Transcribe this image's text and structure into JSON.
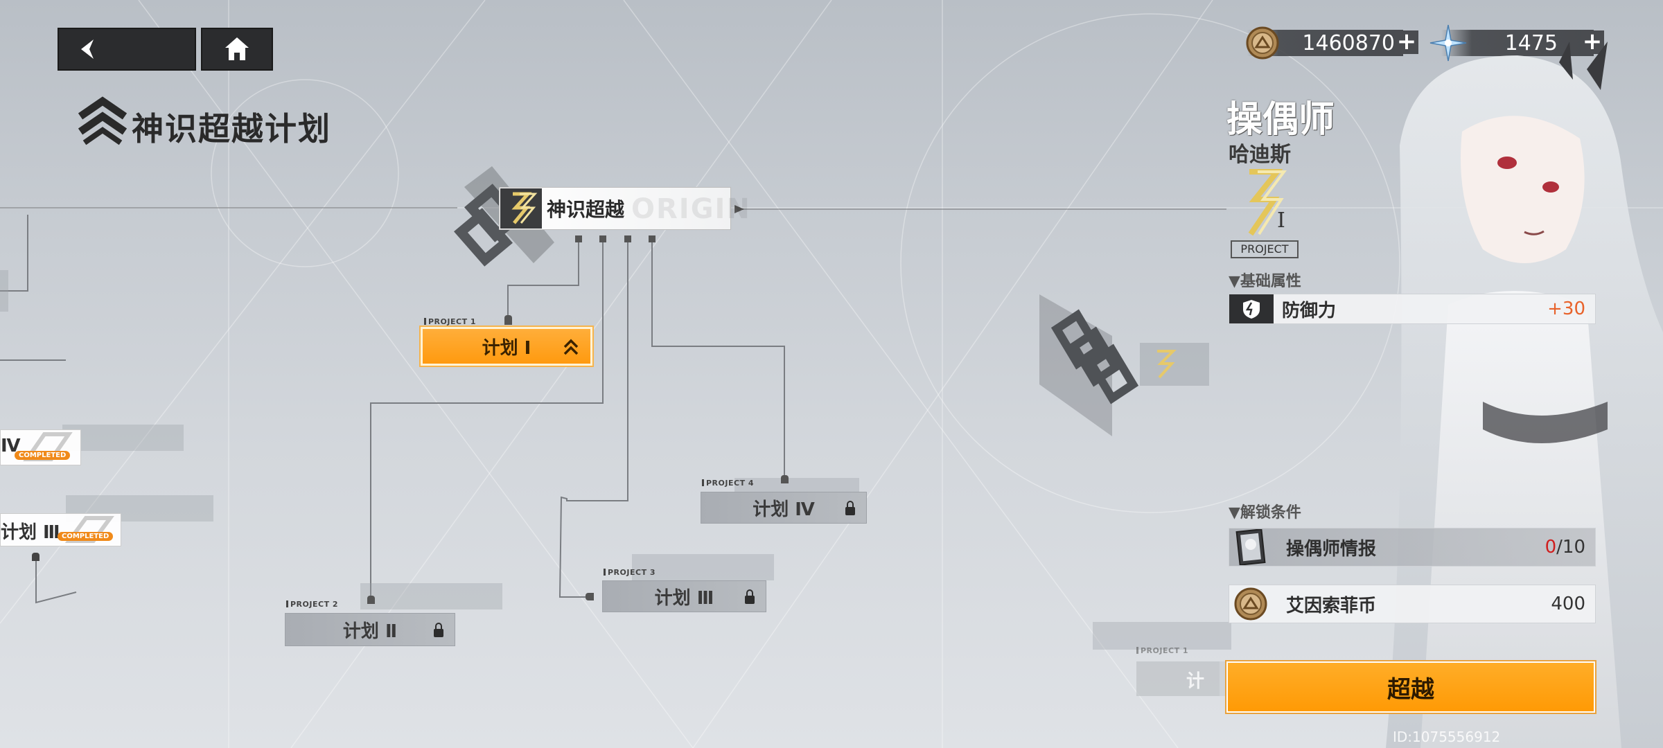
{
  "nav": {
    "back_icon": "back-arrow-icon",
    "home_icon": "home-icon"
  },
  "title": "神识超越计划",
  "currency": {
    "gold": {
      "icon": "coin-icon",
      "value": "1460870"
    },
    "crystal": {
      "icon": "crystal-star-icon",
      "value": "1475"
    }
  },
  "main_node": {
    "label": "神识超越",
    "watermark": "ORIGIN"
  },
  "projects": [
    {
      "tag": "PROJECT 1",
      "label": "计划 Ⅰ",
      "state": "active"
    },
    {
      "tag": "PROJECT 2",
      "label": "计划 Ⅱ",
      "state": "locked"
    },
    {
      "tag": "PROJECT 3",
      "label": "计划 Ⅲ",
      "state": "locked"
    },
    {
      "tag": "PROJECT 4",
      "label": "计划 Ⅳ",
      "state": "locked"
    }
  ],
  "left_partial": {
    "item1_label": "Ⅳ",
    "item2_label": "计划 Ⅲ",
    "completed": "COMPLETED"
  },
  "faded_tag": "PROJECT 1",
  "faded_label": "计",
  "panel": {
    "title": "操偶师",
    "subtitle": "哈迪斯",
    "emblem_numeral": "Ⅰ",
    "emblem_tag": "PROJECT",
    "base_attr_header": "▼基础属性",
    "base_attr": {
      "icon": "shield-icon",
      "name": "防御力",
      "value": "+30"
    },
    "unlock_header": "▼解锁条件",
    "requirements": [
      {
        "icon": "dossier-card-icon",
        "name": "操偶师情报",
        "current": "0",
        "total": "/10"
      },
      {
        "icon": "coin-icon",
        "name": "艾因索菲币",
        "value": "400"
      }
    ],
    "cta": "超越"
  },
  "id_text": "ID:1075556912",
  "colors": {
    "accent": "#ff9e14",
    "attr_value": "#e8622a",
    "req_missing": "#d01e1e"
  }
}
